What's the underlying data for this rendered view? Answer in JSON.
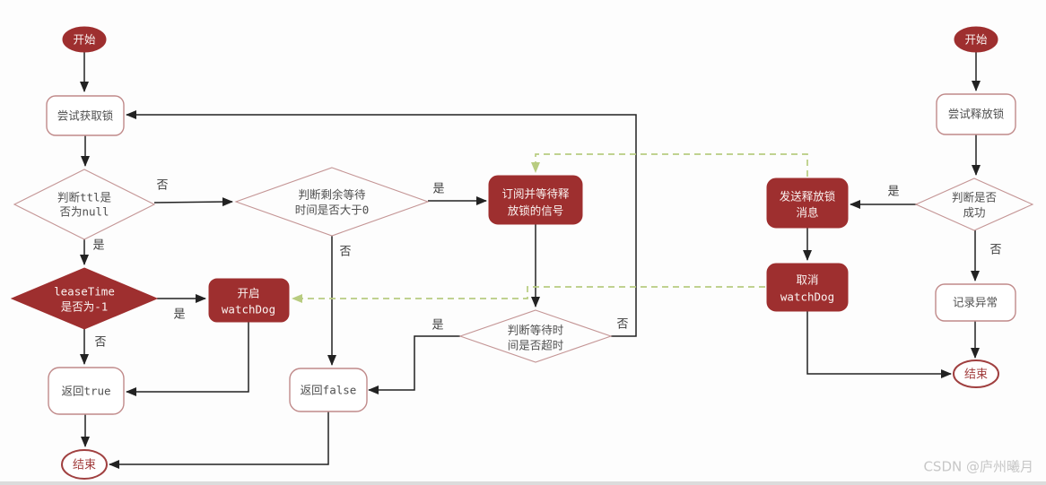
{
  "watermark": "CSDN @庐州曦月",
  "labels": {
    "yes": "是",
    "no": "否"
  },
  "nodes": {
    "acquire_start": {
      "label": "开始"
    },
    "try_acquire": {
      "label": "尝试获取锁"
    },
    "ttl_check": {
      "line1": "判断ttl是",
      "line2": "否为null"
    },
    "lease_time_check": {
      "line1": "leaseTime",
      "line2": "是否为-1"
    },
    "start_watchdog": {
      "line1": "开启",
      "line2": "watchDog"
    },
    "remaining_wait_check": {
      "line1": "判断剩余等待",
      "line2": "时间是否大于0"
    },
    "subscribe_wait": {
      "line1": "订阅并等待释",
      "line2": "放锁的信号"
    },
    "wait_timeout_check": {
      "line1": "判断等待时",
      "line2": "间是否超时"
    },
    "return_true": {
      "label": "返回true"
    },
    "return_false": {
      "label": "返回false"
    },
    "acquire_end": {
      "label": "结束"
    },
    "release_start": {
      "label": "开始"
    },
    "try_release": {
      "label": "尝试释放锁"
    },
    "release_success_check": {
      "line1": "判断是否",
      "line2": "成功"
    },
    "send_release_msg": {
      "line1": "发送释放锁",
      "line2": "消息"
    },
    "cancel_watchdog": {
      "line1": "取消",
      "line2": "watchDog"
    },
    "log_exception": {
      "label": "记录异常"
    },
    "release_end": {
      "label": "结束"
    }
  },
  "colors": {
    "node_fill": "#9e2f2f",
    "outline_border": "#c08a8a",
    "diamond_border": "#c49595",
    "end_border": "#a04040",
    "end_text": "#a03b3b",
    "node_text": "#4f4f4f",
    "edge": "#222222",
    "dashed": "#b8cc80"
  }
}
